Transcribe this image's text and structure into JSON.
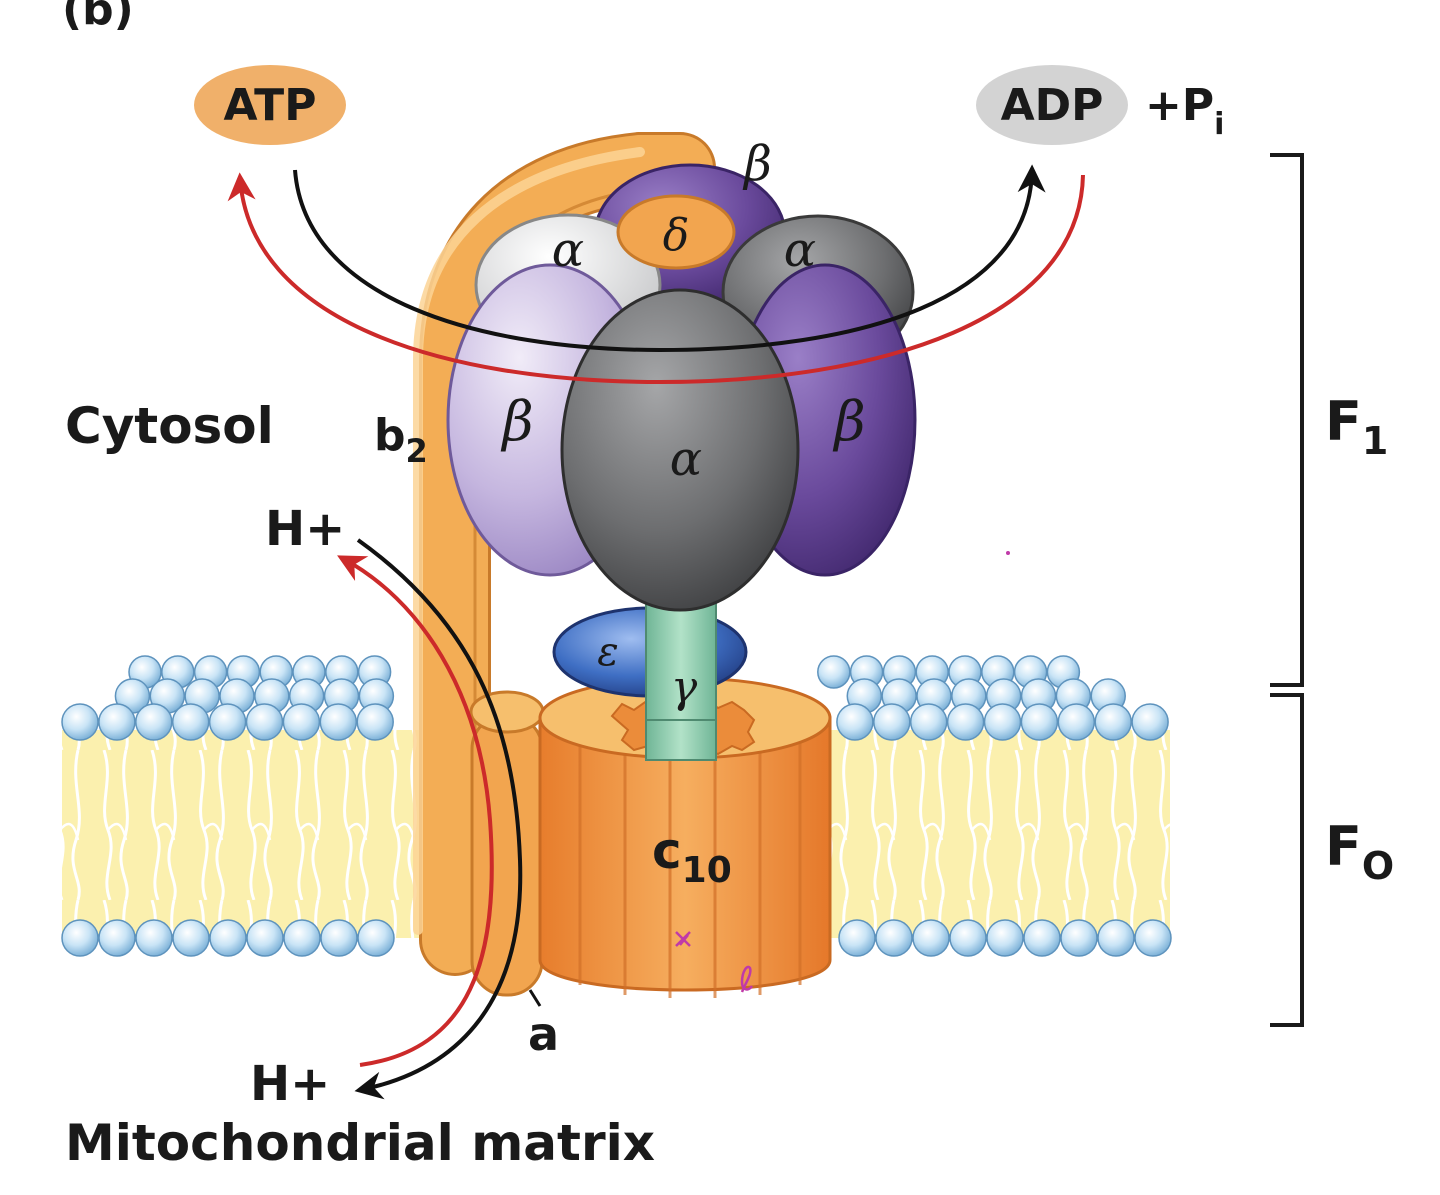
{
  "panel_label": "(b)",
  "molecules": {
    "atp": "ATP",
    "adp": "ADP",
    "pi_plus": "+P",
    "pi_sub": "i"
  },
  "regions": {
    "cytosol": "Cytosol",
    "matrix": "Mitochondrial matrix"
  },
  "protons": {
    "top": "H+",
    "bottom": "H+"
  },
  "subunits": {
    "b2_main": "b",
    "b2_sub": "2",
    "beta_top": "β",
    "beta_left": "β",
    "beta_right": "β",
    "alpha_left": "α",
    "alpha_right": "α",
    "alpha_center": "α",
    "delta": "δ",
    "epsilon": "ε",
    "gamma": "γ",
    "c_main": "c",
    "c_sub": "10",
    "a": "a"
  },
  "sectors": {
    "f1_main": "F",
    "f1_sub": "1",
    "fo_main": "F",
    "fo_sub": "O"
  },
  "colors": {
    "orange": "#f2a14a",
    "light_orange": "#f6bf6d",
    "atp_fill": "#f0b06a",
    "adp_fill": "#d3d3d3",
    "light_purple": "#c5b6df",
    "dark_purple": "#6a4a9c",
    "gray": "#6d6e70",
    "stalk": "#8fcfb0",
    "epsilon_blue": "#3f6fc4",
    "lipid_head": "#bcdcf2",
    "bilayer": "#fbefa8",
    "arrow_red": "#cc2a2a",
    "arrow_black": "#111111"
  }
}
